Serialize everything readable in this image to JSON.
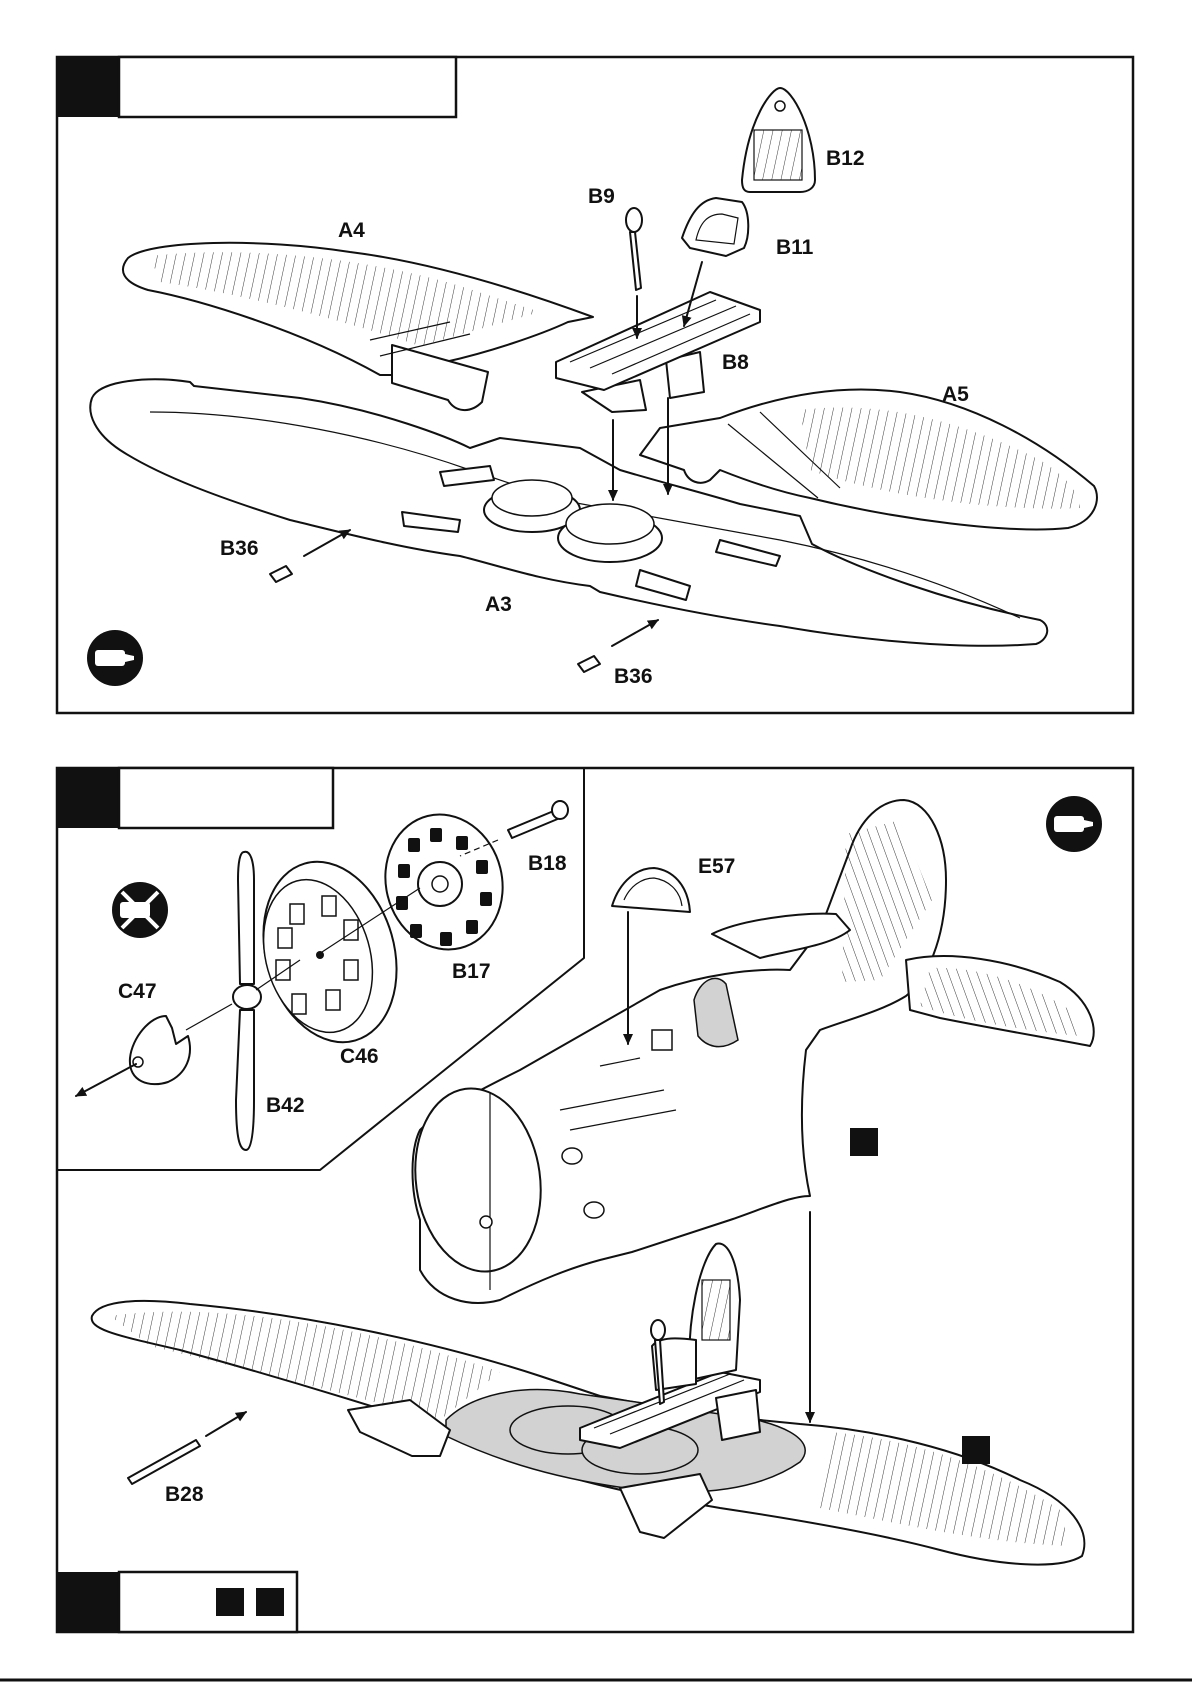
{
  "step1": {
    "labels": {
      "a4": "A4",
      "a5": "A5",
      "a3": "A3",
      "b9": "B9",
      "b11": "B11",
      "b12": "B12",
      "b8": "B8",
      "b36_left": "B36",
      "b36_right": "B36"
    },
    "glue_icon": "glue-tube-icon"
  },
  "step2": {
    "labels": {
      "e57": "E57",
      "b18": "B18",
      "b17": "B17",
      "c47": "C47",
      "c46": "C46",
      "b42": "B42",
      "b28": "B28"
    },
    "glue_icon": "glue-tube-icon",
    "no_glue_icon": "no-glue-icon"
  },
  "colors": {
    "ink": "#111111",
    "shade": "#d2d2d2",
    "paper": "#ffffff"
  }
}
